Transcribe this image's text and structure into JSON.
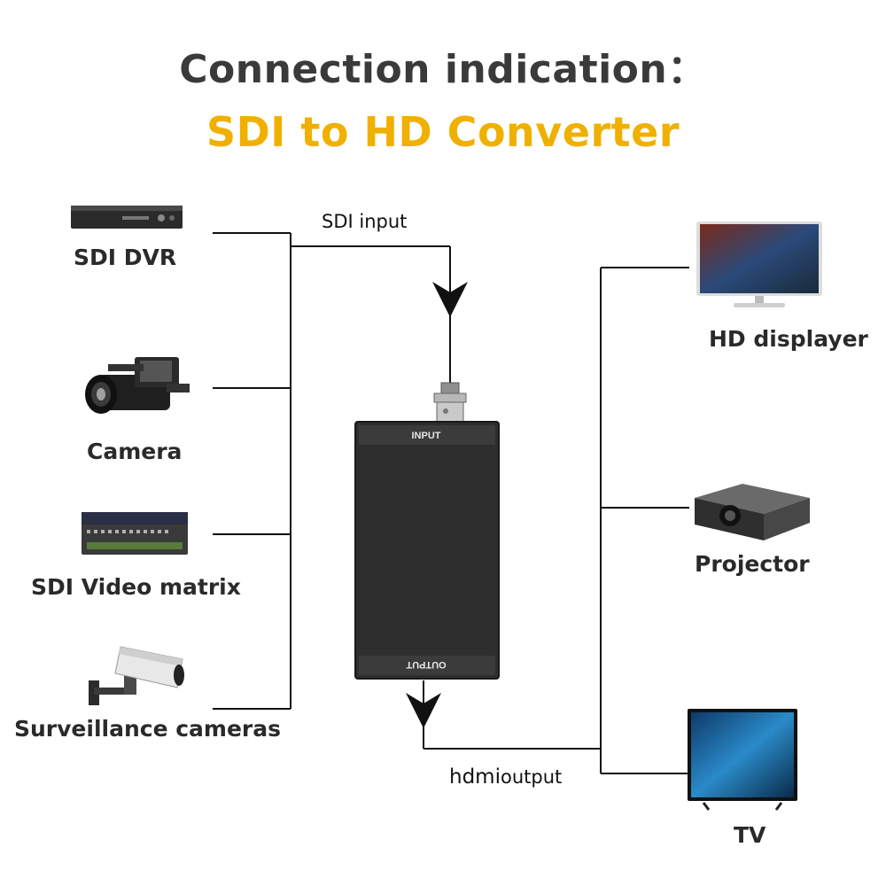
{
  "header": {
    "title": "Connection indication：",
    "subtitle": "SDI to HD Converter"
  },
  "flow": {
    "input_label": "SDI input",
    "output_label_main": "hdmi",
    "output_label_suffix": "output"
  },
  "converter": {
    "input_label": "INPUT",
    "output_label": "OUTPUT"
  },
  "sources": [
    {
      "label": "SDI DVR",
      "icon": "dvr-icon"
    },
    {
      "label": "Camera",
      "icon": "camcorder-icon"
    },
    {
      "label": "SDI Video matrix",
      "icon": "video-matrix-icon"
    },
    {
      "label": "Surveillance cameras",
      "icon": "cctv-camera-icon"
    }
  ],
  "outputs": [
    {
      "label": "HD displayer",
      "icon": "monitor-icon"
    },
    {
      "label": "Projector",
      "icon": "projector-icon"
    },
    {
      "label": "TV",
      "icon": "tv-icon"
    }
  ],
  "colors": {
    "title": "#3a3a3a",
    "subtitle": "#f0b000",
    "wire": "#111111"
  }
}
